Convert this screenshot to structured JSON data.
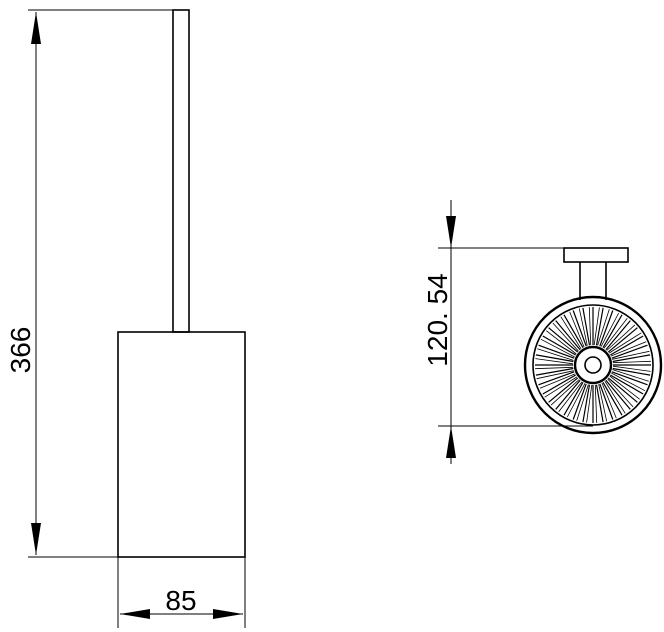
{
  "dimensions": {
    "height_label": "366",
    "width_label": "85",
    "wall_offset_label": "120. 54"
  },
  "colors": {
    "line": "#000000",
    "background": "#ffffff"
  }
}
